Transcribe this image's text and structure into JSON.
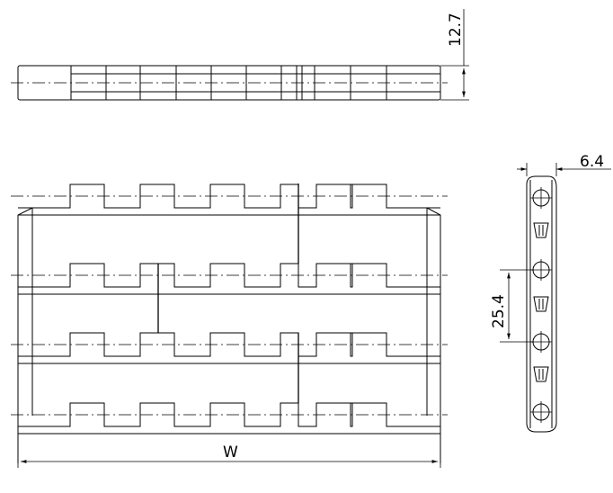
{
  "dimensions": {
    "thickness": "12.7",
    "pitch_width": "6.4",
    "pitch": "25.4",
    "width": "W"
  }
}
